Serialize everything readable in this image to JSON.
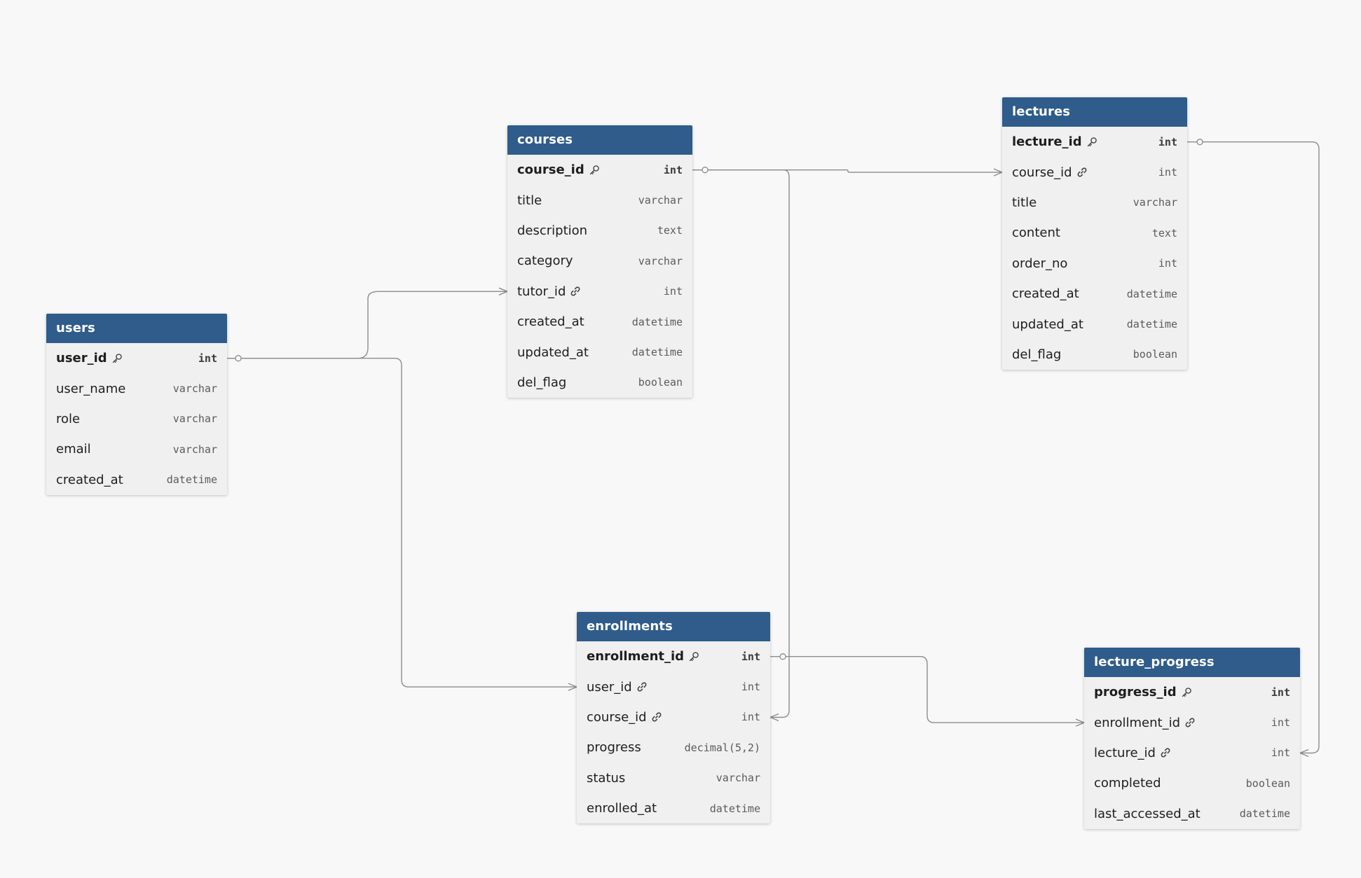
{
  "colors": {
    "header": "#2f5c8a",
    "body": "#f0f0f0",
    "background": "#f8f8f8",
    "edge": "#8c8c8c"
  },
  "tables": [
    {
      "id": "users",
      "name": "users",
      "columns": [
        {
          "name": "user_id",
          "type": "int",
          "pk": true,
          "fk": false
        },
        {
          "name": "user_name",
          "type": "varchar",
          "pk": false,
          "fk": false
        },
        {
          "name": "role",
          "type": "varchar",
          "pk": false,
          "fk": false
        },
        {
          "name": "email",
          "type": "varchar",
          "pk": false,
          "fk": false
        },
        {
          "name": "created_at",
          "type": "datetime",
          "pk": false,
          "fk": false
        }
      ]
    },
    {
      "id": "courses",
      "name": "courses",
      "columns": [
        {
          "name": "course_id",
          "type": "int",
          "pk": true,
          "fk": false
        },
        {
          "name": "title",
          "type": "varchar",
          "pk": false,
          "fk": false
        },
        {
          "name": "description",
          "type": "text",
          "pk": false,
          "fk": false
        },
        {
          "name": "category",
          "type": "varchar",
          "pk": false,
          "fk": false
        },
        {
          "name": "tutor_id",
          "type": "int",
          "pk": false,
          "fk": true
        },
        {
          "name": "created_at",
          "type": "datetime",
          "pk": false,
          "fk": false
        },
        {
          "name": "updated_at",
          "type": "datetime",
          "pk": false,
          "fk": false
        },
        {
          "name": "del_flag",
          "type": "boolean",
          "pk": false,
          "fk": false
        }
      ]
    },
    {
      "id": "lectures",
      "name": "lectures",
      "columns": [
        {
          "name": "lecture_id",
          "type": "int",
          "pk": true,
          "fk": false
        },
        {
          "name": "course_id",
          "type": "int",
          "pk": false,
          "fk": true
        },
        {
          "name": "title",
          "type": "varchar",
          "pk": false,
          "fk": false
        },
        {
          "name": "content",
          "type": "text",
          "pk": false,
          "fk": false
        },
        {
          "name": "order_no",
          "type": "int",
          "pk": false,
          "fk": false
        },
        {
          "name": "created_at",
          "type": "datetime",
          "pk": false,
          "fk": false
        },
        {
          "name": "updated_at",
          "type": "datetime",
          "pk": false,
          "fk": false
        },
        {
          "name": "del_flag",
          "type": "boolean",
          "pk": false,
          "fk": false
        }
      ]
    },
    {
      "id": "enrollments",
      "name": "enrollments",
      "columns": [
        {
          "name": "enrollment_id",
          "type": "int",
          "pk": true,
          "fk": false
        },
        {
          "name": "user_id",
          "type": "int",
          "pk": false,
          "fk": true
        },
        {
          "name": "course_id",
          "type": "int",
          "pk": false,
          "fk": true
        },
        {
          "name": "progress",
          "type": "decimal(5,2)",
          "pk": false,
          "fk": false
        },
        {
          "name": "status",
          "type": "varchar",
          "pk": false,
          "fk": false
        },
        {
          "name": "enrolled_at",
          "type": "datetime",
          "pk": false,
          "fk": false
        }
      ]
    },
    {
      "id": "lecture_progress",
      "name": "lecture_progress",
      "columns": [
        {
          "name": "progress_id",
          "type": "int",
          "pk": true,
          "fk": false
        },
        {
          "name": "enrollment_id",
          "type": "int",
          "pk": false,
          "fk": true
        },
        {
          "name": "lecture_id",
          "type": "int",
          "pk": false,
          "fk": true
        },
        {
          "name": "completed",
          "type": "boolean",
          "pk": false,
          "fk": false
        },
        {
          "name": "last_accessed_at",
          "type": "datetime",
          "pk": false,
          "fk": false
        }
      ]
    }
  ],
  "relationships": [
    {
      "from": "users.user_id",
      "to": "courses.tutor_id"
    },
    {
      "from": "users.user_id",
      "to": "enrollments.user_id"
    },
    {
      "from": "courses.course_id",
      "to": "lectures.course_id"
    },
    {
      "from": "courses.course_id",
      "to": "enrollments.course_id"
    },
    {
      "from": "enrollments.enrollment_id",
      "to": "lecture_progress.enrollment_id"
    },
    {
      "from": "lectures.lecture_id",
      "to": "lecture_progress.lecture_id"
    }
  ]
}
